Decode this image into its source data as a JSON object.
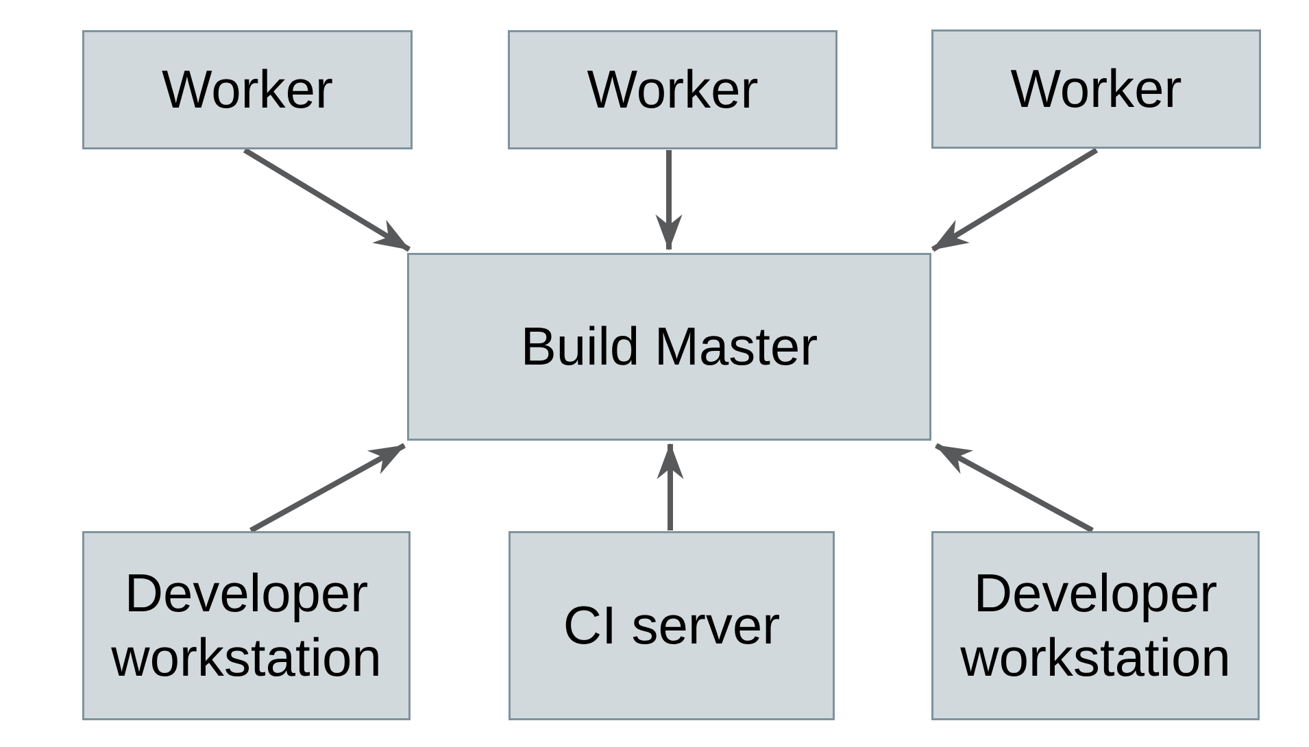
{
  "diagram": {
    "colors": {
      "background": "#ffffff",
      "node_fill": "#d1d9dc",
      "node_border": "#7e939e",
      "arrow": "#58595b",
      "text": "#000000"
    },
    "nodes": [
      {
        "id": "worker-1",
        "label": "Worker"
      },
      {
        "id": "worker-2",
        "label": "Worker"
      },
      {
        "id": "worker-3",
        "label": "Worker"
      },
      {
        "id": "build-master",
        "label": "Build Master"
      },
      {
        "id": "developer-workstation-1",
        "label": "Developer workstation"
      },
      {
        "id": "ci-server",
        "label": "CI server"
      },
      {
        "id": "developer-workstation-2",
        "label": "Developer workstation"
      }
    ],
    "edges": [
      {
        "from": "worker-1",
        "to": "build-master"
      },
      {
        "from": "worker-2",
        "to": "build-master"
      },
      {
        "from": "worker-3",
        "to": "build-master"
      },
      {
        "from": "developer-workstation-1",
        "to": "build-master"
      },
      {
        "from": "ci-server",
        "to": "build-master"
      },
      {
        "from": "developer-workstation-2",
        "to": "build-master"
      }
    ]
  }
}
